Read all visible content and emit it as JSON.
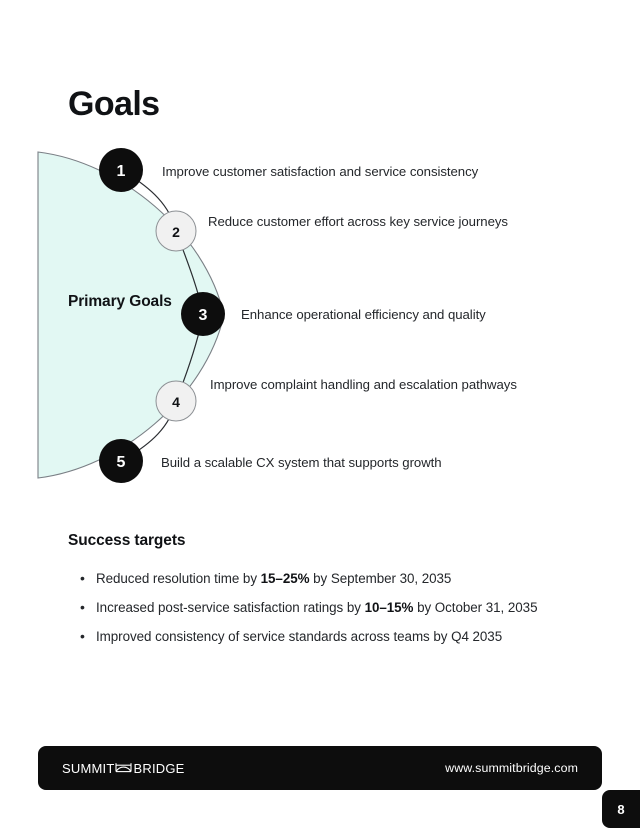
{
  "page": {
    "title": "Goals",
    "number": "8",
    "background_color": "#ffffff"
  },
  "diagram": {
    "shape_label": "Primary Goals",
    "shape_fill_color": "#e2f8f3",
    "shape_stroke_color": "#7a7f85",
    "nodes": [
      {
        "number": "1",
        "style": "dark",
        "label": "Improve customer satisfaction and service consistency"
      },
      {
        "number": "2",
        "style": "light",
        "label": "Reduce customer effort across key service journeys"
      },
      {
        "number": "3",
        "style": "dark",
        "label": "Enhance operational efficiency and quality"
      },
      {
        "number": "4",
        "style": "light",
        "label": "Improve complaint handling and escalation pathways"
      },
      {
        "number": "5",
        "style": "dark",
        "label": "Build a scalable CX system that supports growth"
      }
    ]
  },
  "success_targets": {
    "heading": "Success targets",
    "items": [
      {
        "before": "Reduced resolution time by ",
        "emphasis": "15–25%",
        "after": " by September 30, 2035"
      },
      {
        "before": "Increased post-service satisfaction ratings by ",
        "emphasis": "10–15%",
        "after": " by October 31, 2035"
      },
      {
        "before": "Improved consistency of service standards across teams by Q4 2035",
        "emphasis": "",
        "after": ""
      }
    ]
  },
  "footer": {
    "brand_first": "SUMMIT",
    "brand_icon": "bridge-icon",
    "brand_second": "BRIDGE",
    "url": "www.summitbridge.com",
    "background_color": "#0d0d0d"
  }
}
